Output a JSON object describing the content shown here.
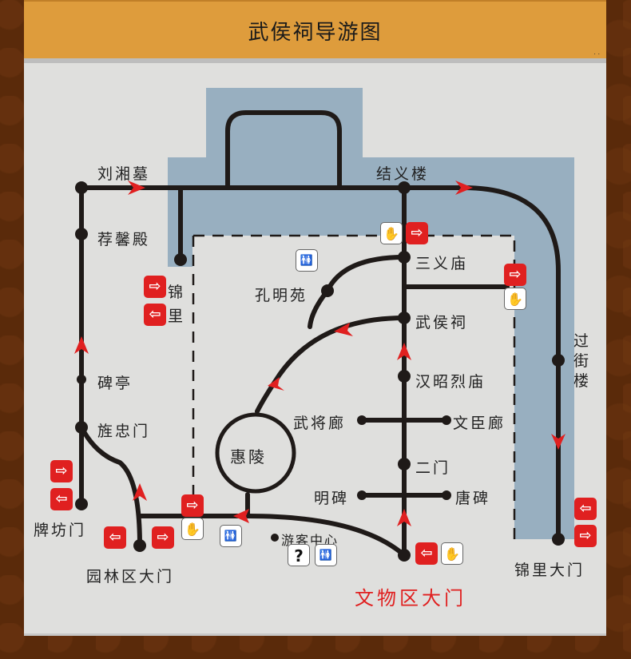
{
  "header": {
    "title": "武侯祠导游图",
    "dots": ". ."
  },
  "colors": {
    "header_bg": "#de9c3c",
    "panel_bg": "#dfdfdd",
    "water": "#98afc0",
    "route_line": "#1f1a18",
    "arrow_red": "#e02020",
    "frame_brown": "#5a2a0a"
  },
  "labels": {
    "liu_xiang_mu": "刘湘墓",
    "jian_xin_dian": "荐馨殿",
    "jie_yi_lou": "结义楼",
    "jin": "锦",
    "li": "里",
    "san_yi_miao": "三义庙",
    "kong_ming_yuan": "孔明苑",
    "wu_hou_ci": "武侯祠",
    "bei_ting": "碑亭",
    "han_zhao_lie_miao": "汉昭烈庙",
    "jing_zhong_men": "旌忠门",
    "wu_jiang_lang": "武将廊",
    "wen_chen_lang": "文臣廊",
    "hui_ling": "惠陵",
    "er_men": "二门",
    "ming_bei": "明碑",
    "tang_bei": "唐碑",
    "pai_fang_men": "牌坊门",
    "yuan_lin_qu_da_men": "园林区大门",
    "you_ke_zhong_xin": "游客中心",
    "wen_wu_qu_da_men": "文物区大门",
    "jin_li_da_men": "锦里大门",
    "guo_jie_lou": "过街楼"
  },
  "icons": {
    "exit_glyph": "⇨",
    "entrance_glyph": "⇦",
    "ticket_glyph": "✋",
    "restroom_glyph": "🚻",
    "info_glyph": "?"
  }
}
